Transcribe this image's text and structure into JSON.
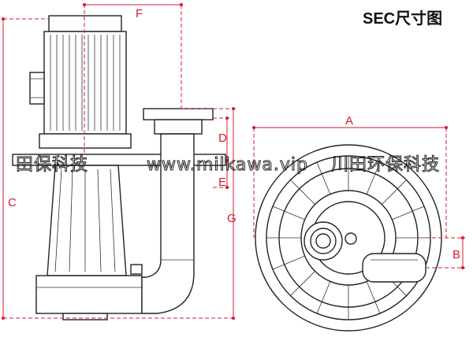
{
  "title": "SEC尺寸图",
  "watermark": {
    "left": "田保科技",
    "middle": "www.milkawa.vip",
    "right": "川田环保科技"
  },
  "dimensions": {
    "a": "A",
    "b": "B",
    "c": "C",
    "d": "D",
    "e": "E",
    "f": "F",
    "g": "G"
  },
  "colors": {
    "dimension": "#d61a2f",
    "outline": "#222222",
    "background": "#ffffff"
  }
}
